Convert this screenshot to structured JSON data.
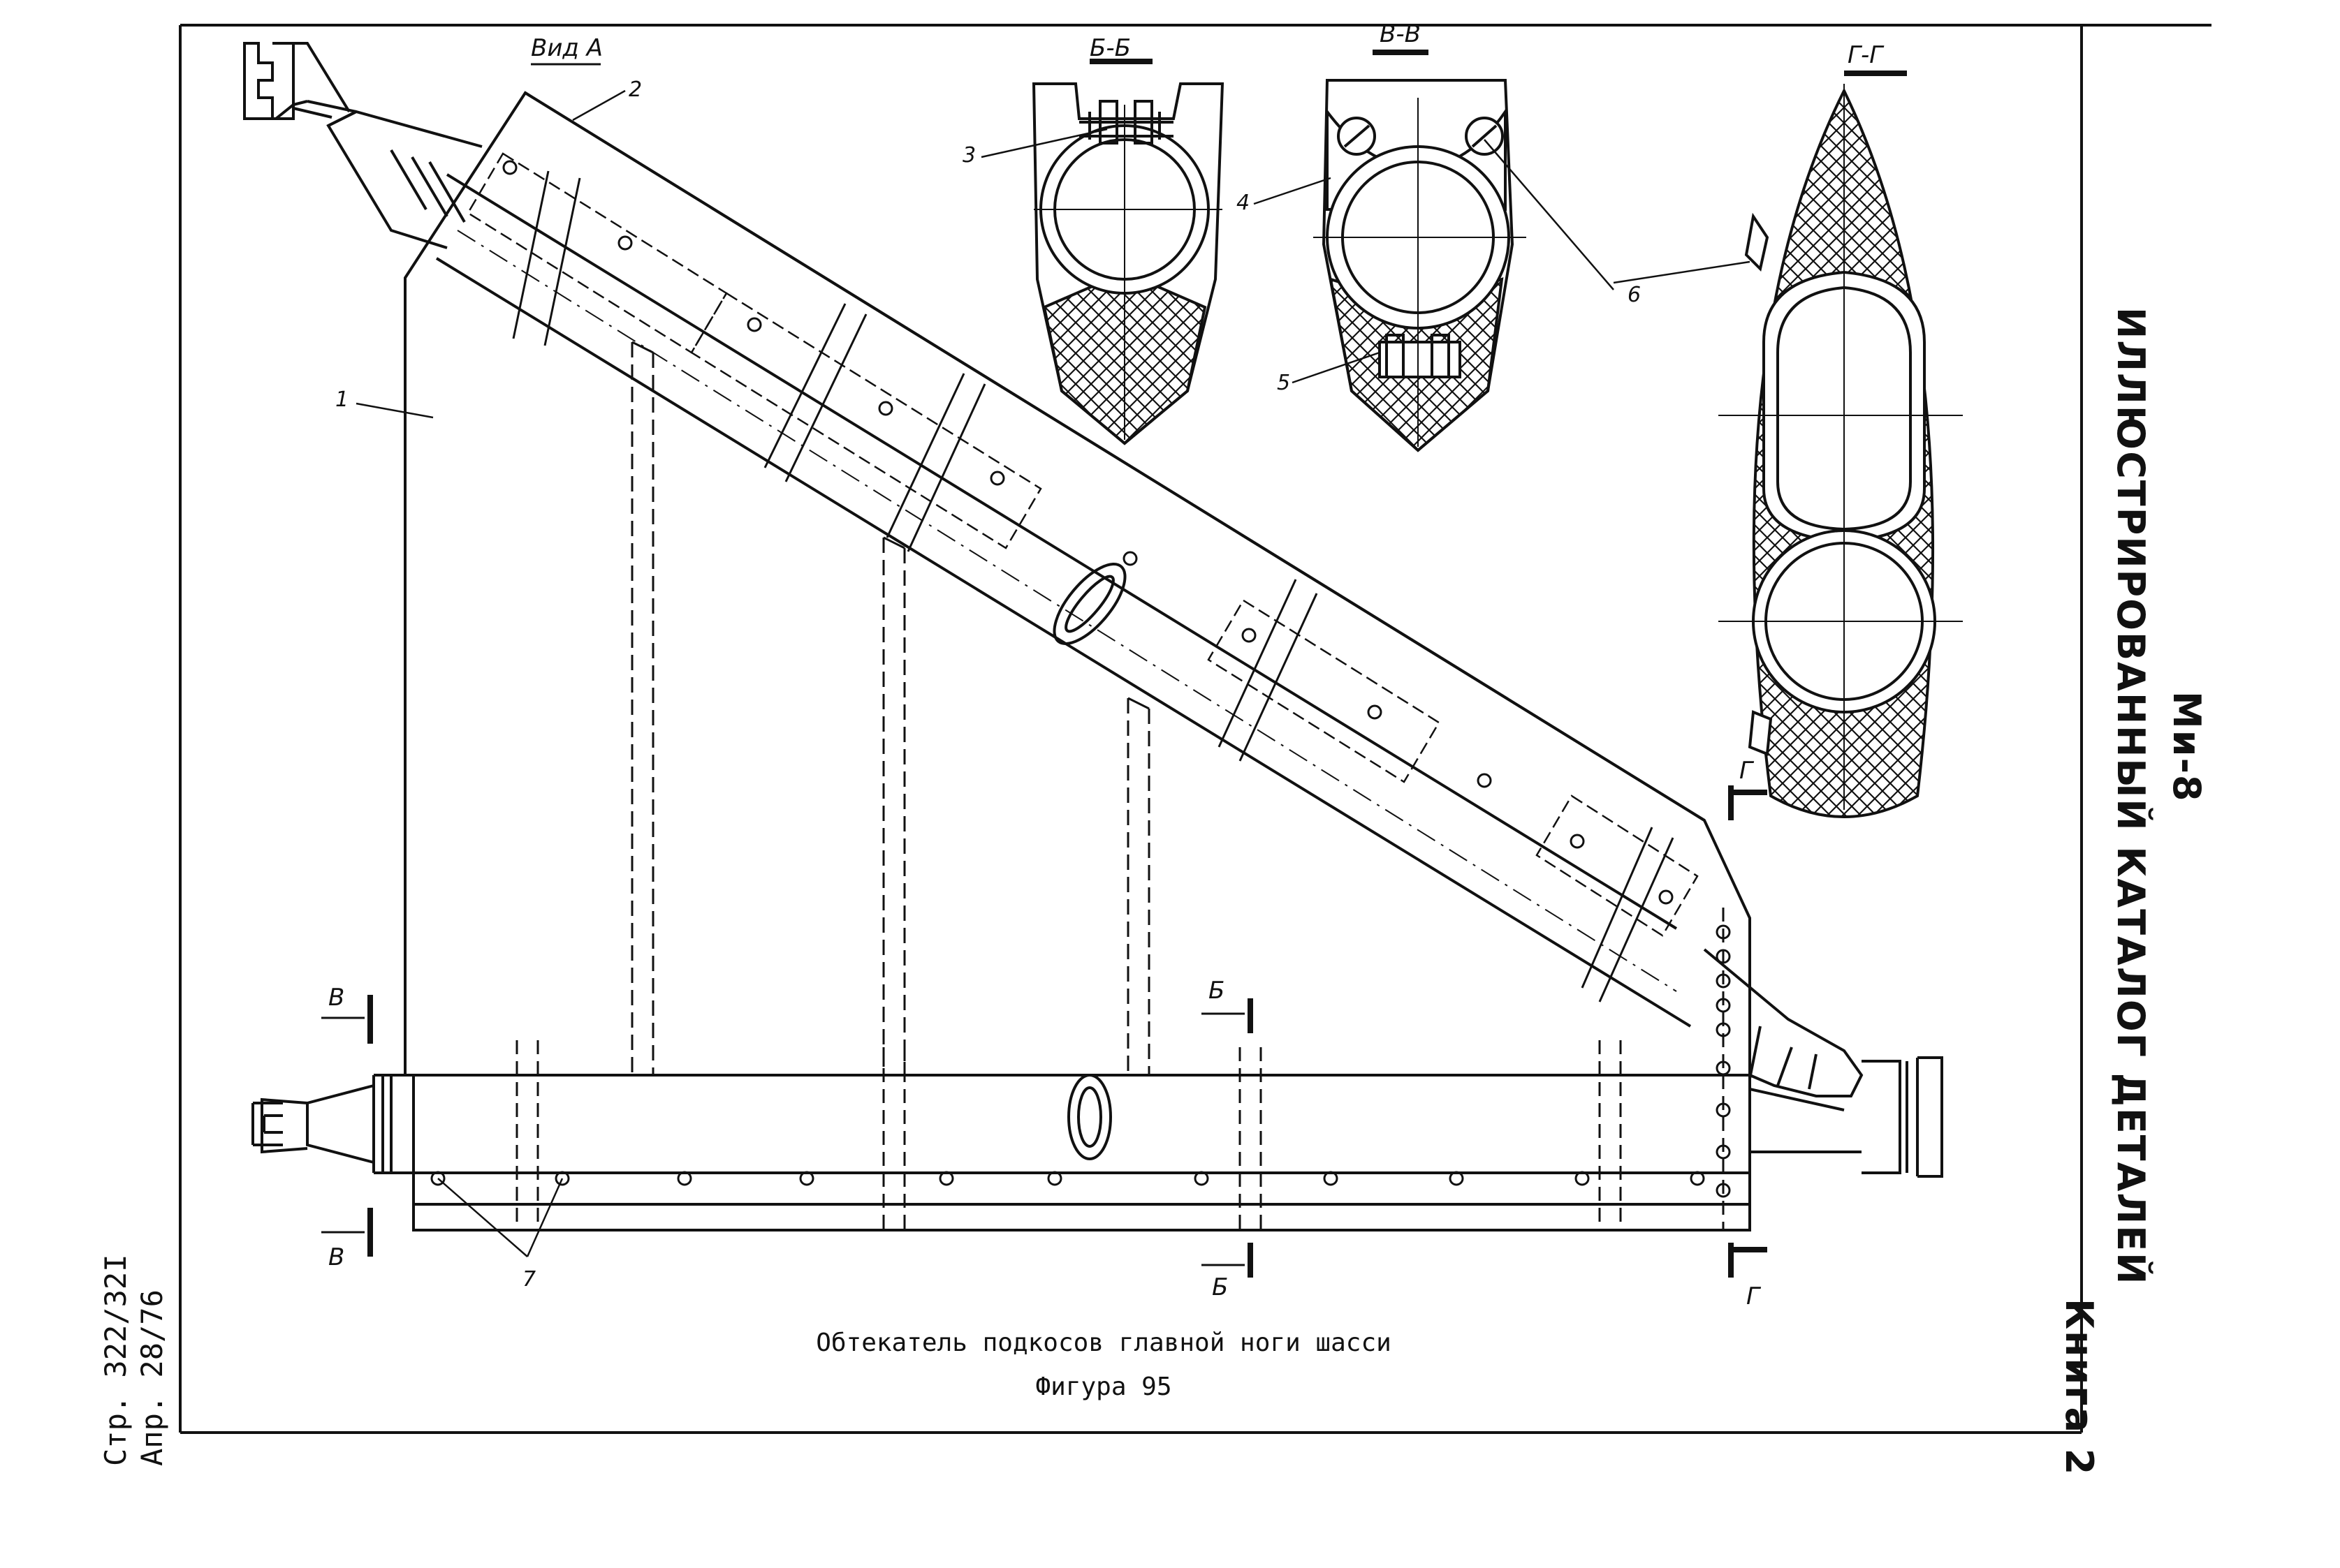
{
  "header": {
    "aircraft": "Ми-8",
    "catalog_title": "ИЛЛЮСТРИРОВАННЫЙ КАТАЛОГ ДЕТАЛЕЙ",
    "book": "Книга 2"
  },
  "page_info": {
    "page": "Стр. 322/32I",
    "date": "Апр. 28/76"
  },
  "figure": {
    "caption": "Обтекатель подкосов главной ноги шасси",
    "number": "Фигура 95"
  },
  "view_labels": {
    "view_a": "Вид А",
    "section_bb": "Б-Б",
    "section_vv": "В-В",
    "section_gg": "Г-Г"
  },
  "cut_markers": {
    "b": "Б",
    "v": "В",
    "g": "Г"
  },
  "callouts": [
    "1",
    "2",
    "3",
    "4",
    "5",
    "6",
    "7"
  ],
  "colors": {
    "ink": "#111111",
    "paper": "#ffffff"
  }
}
